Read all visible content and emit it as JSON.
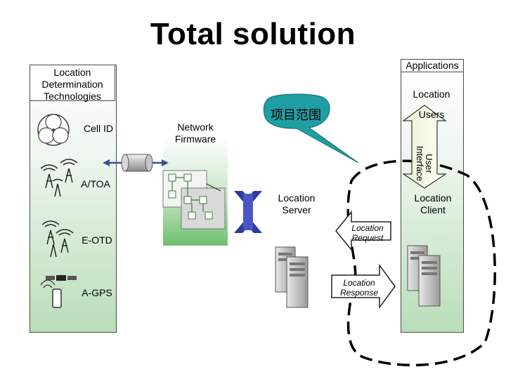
{
  "title": "Total solution",
  "left_panel": {
    "header": "Location Determination Technologies",
    "items": [
      "Cell ID",
      "A/TOA",
      "E-OTD",
      "A-GPS"
    ]
  },
  "network": {
    "label": "Network Firmware"
  },
  "callout": {
    "label": "项目范围"
  },
  "right_panel": {
    "header": "Applications",
    "location_label": "Location",
    "users_label": "Users",
    "user_interface": "User Interface"
  },
  "server": {
    "label": "Location Server"
  },
  "client": {
    "label": "Location Client"
  },
  "request": {
    "label": "Location Request"
  },
  "response": {
    "label": "Location Response"
  }
}
